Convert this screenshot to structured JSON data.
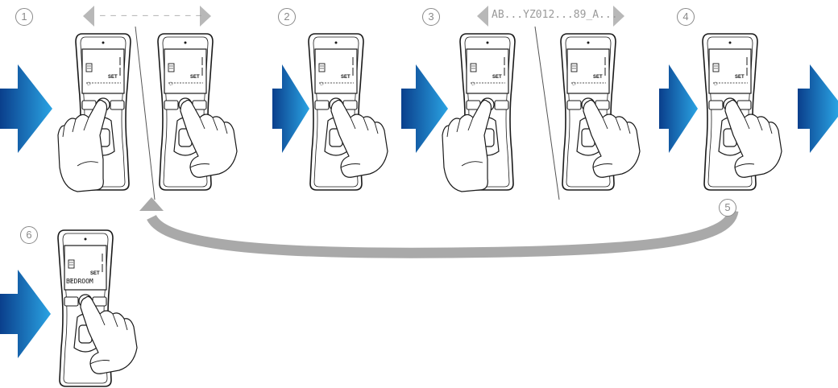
{
  "steps": {
    "s1": "1",
    "s2": "2",
    "s3": "3",
    "s4": "4",
    "s5": "5",
    "s6": "6"
  },
  "sequences": {
    "dashes": "– – – – – – – – –   –",
    "characters": "AB...YZ012...89_A..."
  },
  "display": {
    "set_label": "SET",
    "room_name": "BEDROOM"
  },
  "colors": {
    "arrow_dark": "#0a3f8c",
    "arrow_light": "#2a9fe0",
    "gray_arrow": "#a9a9a9",
    "outline": "#1a1a1a"
  },
  "icons": {
    "big_arrow": "blue-right-arrow-icon",
    "hand": "pointing-hand-icon",
    "loop": "return-loop-arrow-icon"
  }
}
